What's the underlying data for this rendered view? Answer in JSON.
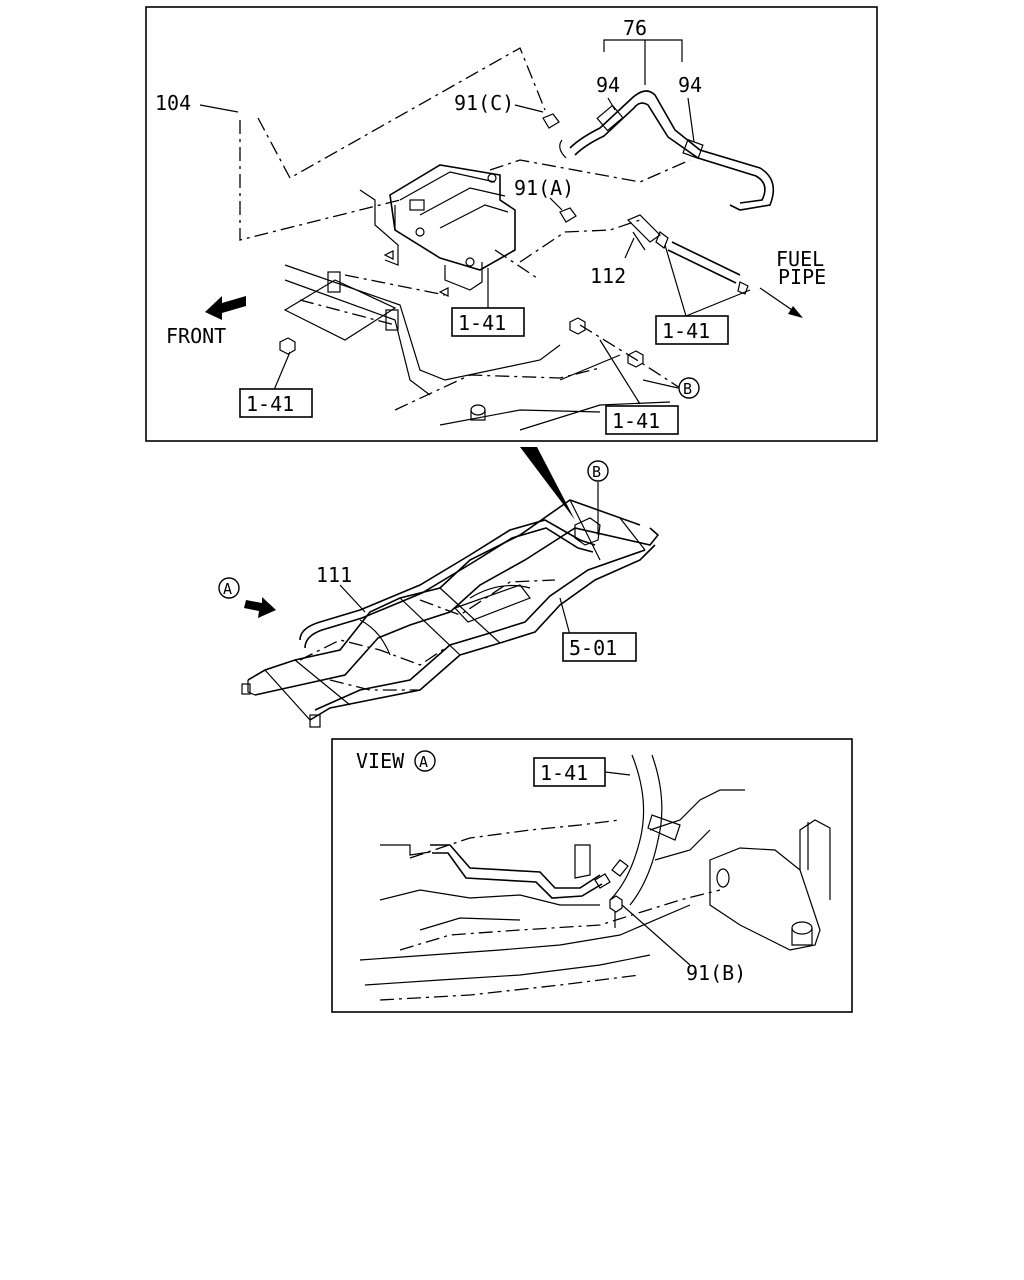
{
  "upper_panel": {
    "labels": {
      "hose_assy": "76",
      "hose_left": "94",
      "hose_right": "94",
      "clip_c": "91(C)",
      "bracket": "104",
      "clip_a": "91(A)",
      "connector": "112",
      "fuel_pipe_line1": "FUEL",
      "fuel_pipe_line2": "PIPE",
      "front": "FRONT",
      "ref_center": "1-41",
      "ref_right": "1-41",
      "ref_left": "1-41",
      "ref_bottom": "1-41",
      "callout_b": "B"
    }
  },
  "middle_panel": {
    "labels": {
      "callout_b": "B",
      "pipe": "111",
      "frame_ref": "5-01",
      "view_arrow": "A"
    }
  },
  "lower_panel": {
    "labels": {
      "view_text": "VIEW",
      "view_letter": "A",
      "ref": "1-41",
      "clip_b": "91(B)"
    }
  }
}
